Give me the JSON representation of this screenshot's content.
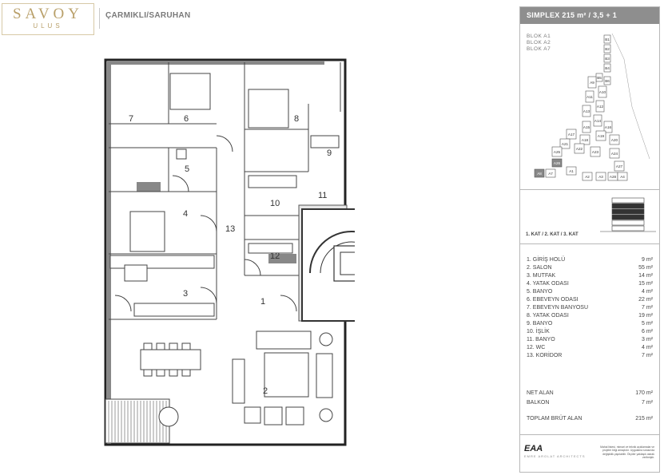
{
  "brand": {
    "logo_main": "SAVOY",
    "logo_sub": "ULUS"
  },
  "location": "ÇARMIKLI/SARUHAN",
  "panel": {
    "title": "SIMPLEX 215 m² / 3,5 + 1",
    "blocks": [
      "BLOK A1",
      "BLOK A2",
      "BLOK A7"
    ],
    "site_labels": [
      "B1",
      "B2",
      "B3",
      "B4",
      "B5",
      "B6",
      "A9",
      "A10",
      "A11",
      "A12",
      "A13",
      "A14",
      "A15",
      "A16",
      "A17",
      "A18",
      "A19",
      "A20",
      "A21",
      "A22",
      "A23",
      "A24",
      "A25",
      "A26",
      "A27",
      "A28",
      "A8",
      "A7",
      "A1",
      "A2",
      "A3",
      "A4",
      "A5",
      "A6"
    ],
    "floors_label": "1. KAT / 2. KAT / 3. KAT",
    "rooms": [
      {
        "name": "1. GİRİŞ HOLÜ",
        "area": "9 m²"
      },
      {
        "name": "2. SALON",
        "area": "55 m²"
      },
      {
        "name": "3. MUTFAK",
        "area": "14 m²"
      },
      {
        "name": "4. YATAK ODASI",
        "area": "15 m²"
      },
      {
        "name": "5. BANYO",
        "area": "4 m²"
      },
      {
        "name": "6. EBEVEYN ODASI",
        "area": "22 m²"
      },
      {
        "name": "7. EBEVEYN BANYOSU",
        "area": "7 m²"
      },
      {
        "name": "8. YATAK ODASI",
        "area": "19 m²"
      },
      {
        "name": "9. BANYO",
        "area": "5 m²"
      },
      {
        "name": "10. İŞLİK",
        "area": "6 m²"
      },
      {
        "name": "11. BANYO",
        "area": "3 m²"
      },
      {
        "name": "12. WC",
        "area": "4 m²"
      },
      {
        "name": "13. KORİDOR",
        "area": "7 m²"
      }
    ],
    "totals": [
      {
        "name": "NET ALAN",
        "area": "170 m²"
      },
      {
        "name": "BALKON",
        "area": "7 m²"
      },
      {
        "name": "TOPLAM BRÜT ALAN",
        "area": "215 m²"
      }
    ],
    "architect": "EAA",
    "architect_sub": "EMRE AROLAT ARCHITECTS",
    "disclaimer": "Mahal listesi, mimari ve teknik açıklamalar ve projeler bilgi amaçlıdır. Uygulama sırasında değişiklik yapılabilir. Ölçüler yaklaşık olarak verilmiştir."
  },
  "plan": {
    "room_numbers": [
      "1",
      "2",
      "3",
      "4",
      "5",
      "6",
      "7",
      "8",
      "9",
      "10",
      "11",
      "12",
      "13"
    ]
  }
}
